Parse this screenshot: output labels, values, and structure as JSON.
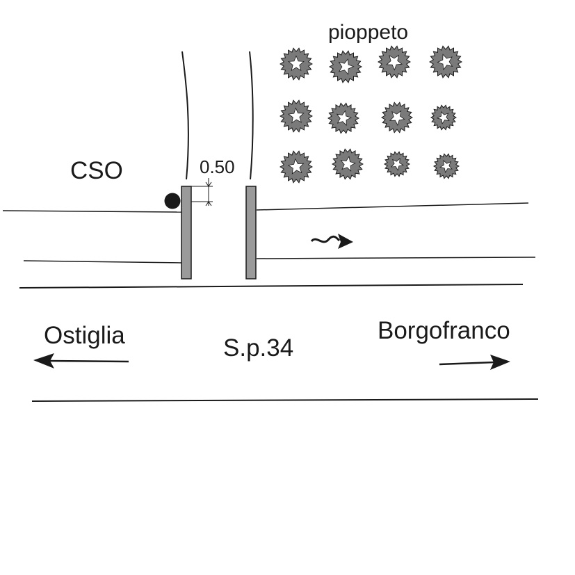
{
  "labels": {
    "pioppeto": "pioppeto",
    "cso": "CSO",
    "gap": "0.50",
    "ostiglia": "Ostiglia",
    "road": "S.p.34",
    "borgofranco": "Borgofranco"
  },
  "colors": {
    "ink": "#1a1a1a",
    "post_fill": "#9a9a9a",
    "tree_fill": "#7a7a7a",
    "background": "#ffffff"
  },
  "icons": {
    "tree": "tree-icon",
    "manhole": "filled-circle",
    "flow": "wavy-arrow-icon"
  }
}
